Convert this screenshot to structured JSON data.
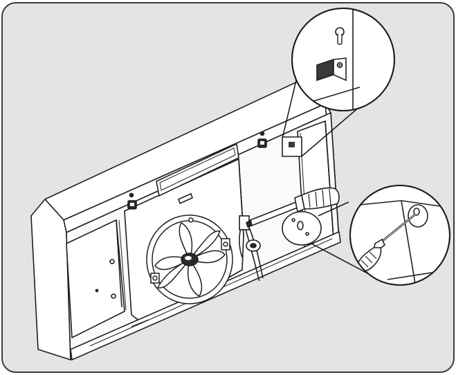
{
  "figure": {
    "colors": {
      "frame_fill": "#e4e4e4",
      "frame_stroke": "#3a3a3a",
      "line": "#1e1e1e",
      "part_fill": "#ffffff",
      "shade": "#9a9a9a",
      "dark": "#2a2a2a"
    },
    "parts": [
      "range-hood-body",
      "blower-fan",
      "screwdriver",
      "keyhole-bracket-detail",
      "screw-mount-detail"
    ]
  }
}
